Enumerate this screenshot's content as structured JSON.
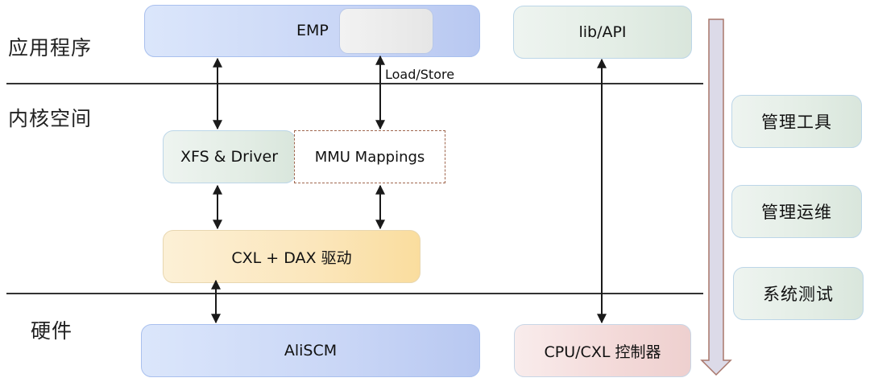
{
  "layers": {
    "application": "应用程序",
    "kernel": "内核空间",
    "hardware": "硬件"
  },
  "nodes": {
    "emp": "EMP",
    "lib_api": "lib/API",
    "xfs_driver": "XFS & Driver",
    "mmu_mappings": "MMU Mappings",
    "cxl_dax": "CXL + DAX 驱动",
    "aliscm": "AliSCM",
    "cpu_cxl": "CPU/CXL 控制器"
  },
  "edges": {
    "load_store": "Load/Store"
  },
  "side_panel": {
    "items": [
      "管理工具",
      "管理运维",
      "系统测试"
    ]
  },
  "colors": {
    "app_blue": "#c9d6f6",
    "green": "#e3ede5",
    "yellow": "#fbe6bb",
    "pink": "#f3d9d8",
    "dashed_border": "#a0674f",
    "arrow_fill": "#dcdae8",
    "arrow_border": "#a8766a"
  }
}
